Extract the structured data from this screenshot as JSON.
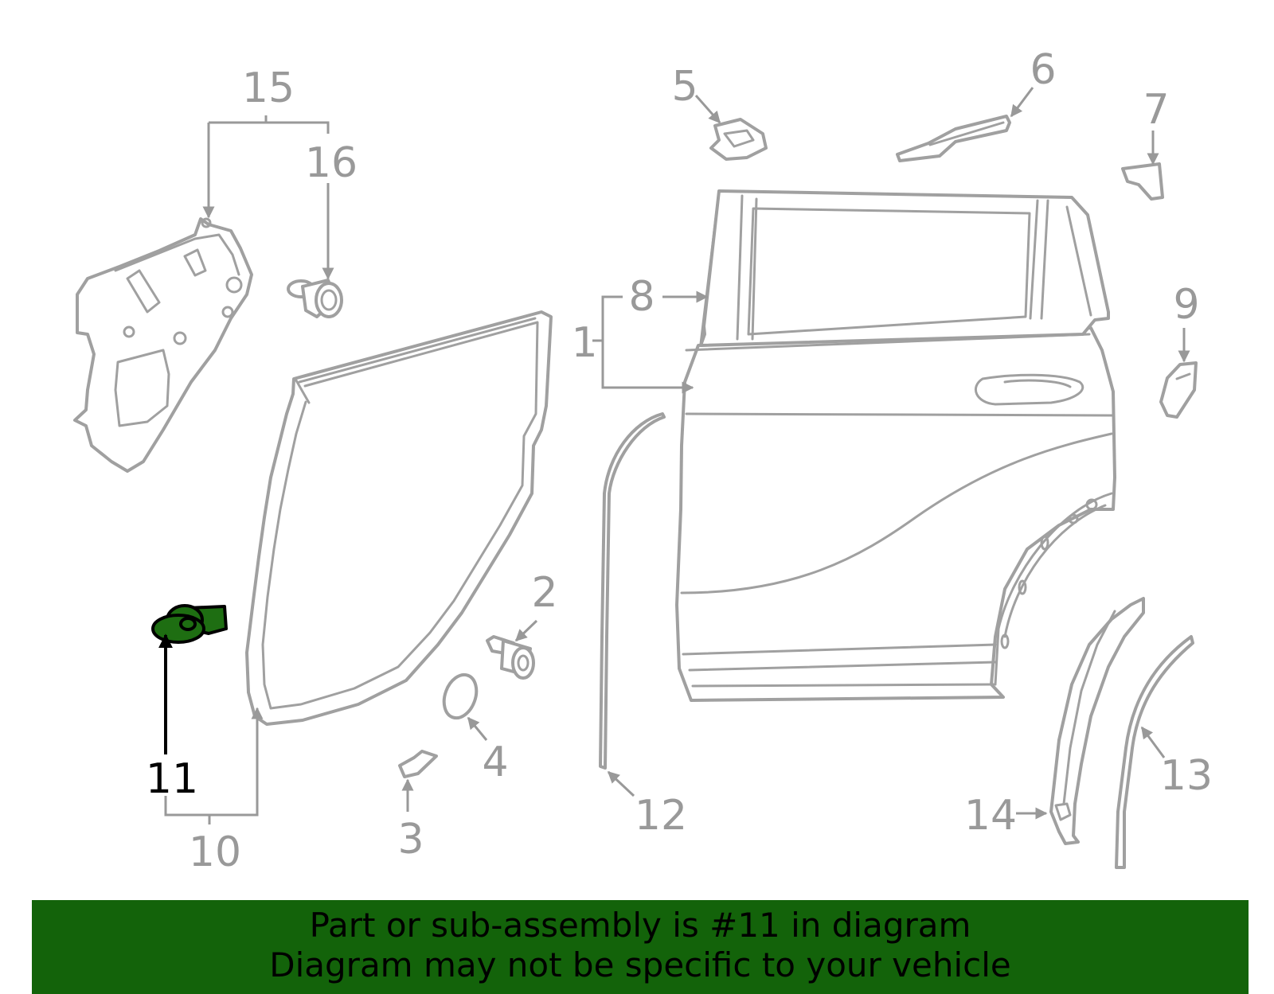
{
  "diagram": {
    "callouts": [
      {
        "id": "1",
        "label": "1"
      },
      {
        "id": "2",
        "label": "2"
      },
      {
        "id": "3",
        "label": "3"
      },
      {
        "id": "4",
        "label": "4"
      },
      {
        "id": "5",
        "label": "5"
      },
      {
        "id": "6",
        "label": "6"
      },
      {
        "id": "7",
        "label": "7"
      },
      {
        "id": "8",
        "label": "8"
      },
      {
        "id": "9",
        "label": "9"
      },
      {
        "id": "10",
        "label": "10"
      },
      {
        "id": "11",
        "label": "11",
        "highlighted": true
      },
      {
        "id": "12",
        "label": "12"
      },
      {
        "id": "13",
        "label": "13"
      },
      {
        "id": "14",
        "label": "14"
      },
      {
        "id": "15",
        "label": "15"
      },
      {
        "id": "16",
        "label": "16"
      }
    ],
    "highlighted_part": "11"
  },
  "banner": {
    "line1": "Part or sub-assembly is #11 in diagram",
    "line2": "Diagram may not be specific to your vehicle",
    "background_color": "#13630a",
    "text_color": "#000000"
  },
  "colors": {
    "line_art": "#a0a0a0",
    "highlight_fill": "#1e6e12",
    "highlight_stroke": "#000000"
  }
}
